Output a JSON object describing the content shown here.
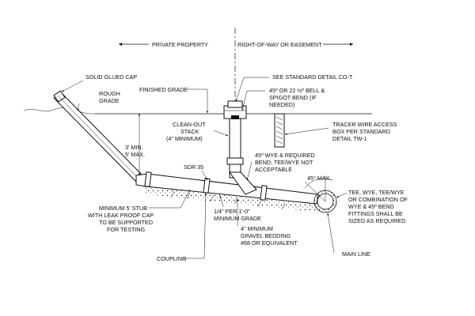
{
  "labels": {
    "private_property": "PRIVATE PROPERTY",
    "right_of_way": "RIGHT-OF-WAY OR EASEMENT",
    "solid_glued_cap": "SOLID GLUED CAP",
    "rough_grade_1": "ROUGH",
    "rough_grade_2": "GRADE",
    "finished_grade": "FINISHED GRADE",
    "std_detail_cot": "SEE STANDARD DETAIL CO-T",
    "bell_spigot_1": "45º OR 22 ½º BELL &",
    "bell_spigot_2": "SPIGOT BEND (IF",
    "bell_spigot_3": "NEEDED)",
    "cleanout_1": "CLEAN-OUT",
    "cleanout_2": "STACK",
    "cleanout_3": "(4\" MINIMUM)",
    "tracer_1": "TRACER WIRE ACCESS",
    "tracer_2": "BOX PER STANDARD",
    "tracer_3": "DETAIL TW-1",
    "depth_1": "3' MIN.",
    "depth_2": "5' MAX.",
    "sdr35": "SDR 35",
    "wye_1": "45º WYE & REQUIRED",
    "wye_2": "BEND; TEE/WYE NOT",
    "wye_3": "ACCEPTABLE",
    "max45": "45° MAX.",
    "stub_1": "MINIMUM 5' STUB",
    "stub_2": "WITH LEAK PROOF CAP",
    "stub_3": "TO BE SUPPORTED",
    "stub_4": "FOR TESTING",
    "slope_1": "1/4\" PER 1'-0\"",
    "slope_2": "MINIMUM GRADE",
    "gravel_1": "4\" MINIMUM",
    "gravel_2": "GRAVEL BEDDING",
    "gravel_3": "#68 OR EQUIVALENT",
    "tee_1": "TEE, WYE, TEE/WYE",
    "tee_2": "OR COMBINATION OF",
    "tee_3": "WYE & 45º BEND",
    "tee_4": "FITTINGS SHALL BE",
    "tee_5": "SIZED AS REQUIRED",
    "coupling": "COUPLING",
    "main_line": "MAIN LINE"
  }
}
